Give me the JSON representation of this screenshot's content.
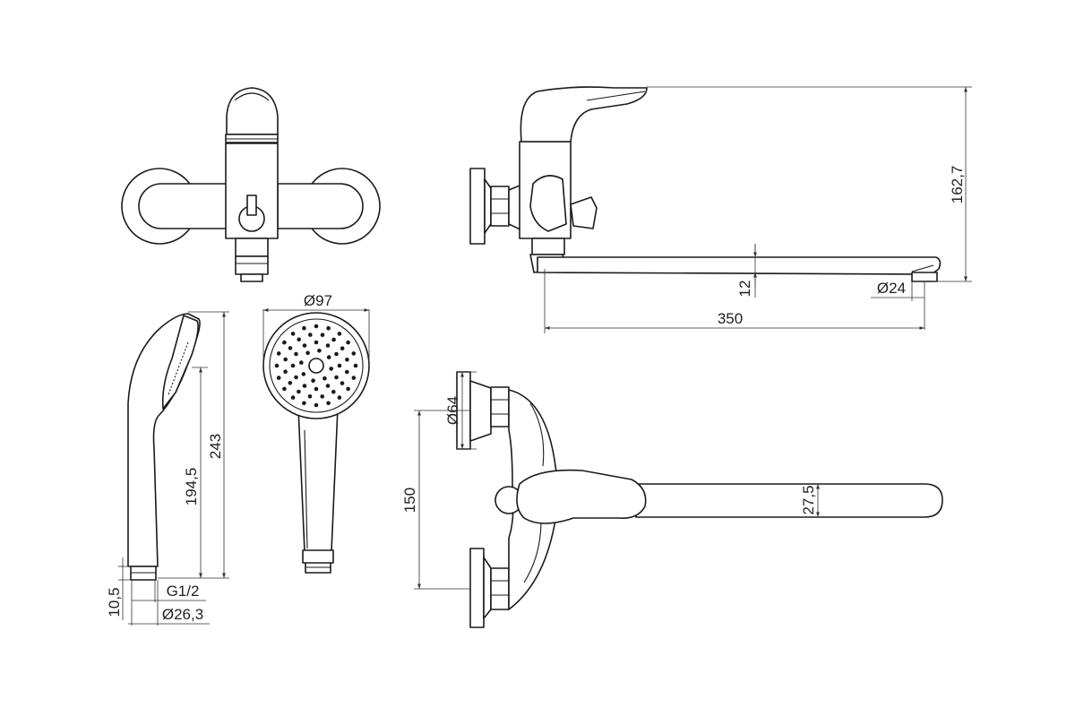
{
  "dimensions": {
    "height_total": "162,7",
    "spout_clearance": "12",
    "spout_outlet_diameter": "Ø24",
    "spout_length": "350",
    "head_diameter": "Ø97",
    "handshower_length": "243",
    "handshower_inner_length": "194,5",
    "thread_length": "10,5",
    "thread_size": "G1/2",
    "grip_diameter": "Ø26,3",
    "flange_diameter": "Ø64",
    "center_distance": "150",
    "spout_thickness": "27,5"
  }
}
